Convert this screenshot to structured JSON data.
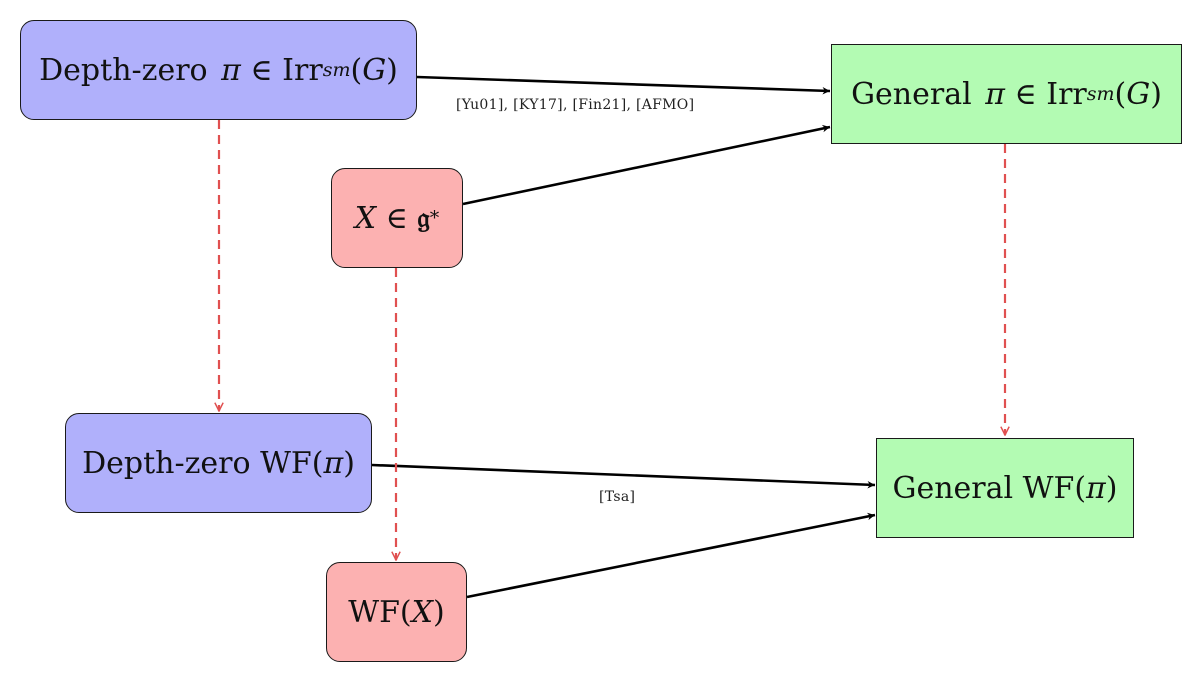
{
  "nodes": {
    "depth_zero_pi": {
      "prefix": "Depth-zero ",
      "var": "π",
      "rel": " ∈ Irr",
      "sup": "sm",
      "arg_open": "(",
      "arg": "G",
      "arg_close": ")"
    },
    "general_pi": {
      "prefix": "General ",
      "var": "π",
      "rel": " ∈ Irr",
      "sup": "sm",
      "arg_open": "(",
      "arg": "G",
      "arg_close": ")"
    },
    "x_node": {
      "var": "X",
      "rel": " ∈ ",
      "frak": "𝔤",
      "sup": "*"
    },
    "depth_zero_wf": {
      "prefix": "Depth-zero WF(",
      "var": "π",
      "suffix": ")"
    },
    "general_wf": {
      "prefix": "General WF(",
      "var": "π",
      "suffix": ")"
    },
    "wf_x": {
      "prefix": "WF(",
      "var": "X",
      "suffix": ")"
    }
  },
  "edge_labels": {
    "top": "[Yu01], [KY17], [Fin21], [AFMO]",
    "bottom": "[Tsa]"
  },
  "colors": {
    "blue_fill": "#b0b0fb",
    "red_fill": "#fcb1b1",
    "green_fill": "#b3fbb3",
    "solid_arrow": "#000000",
    "dashed_arrow": "#e05050"
  }
}
